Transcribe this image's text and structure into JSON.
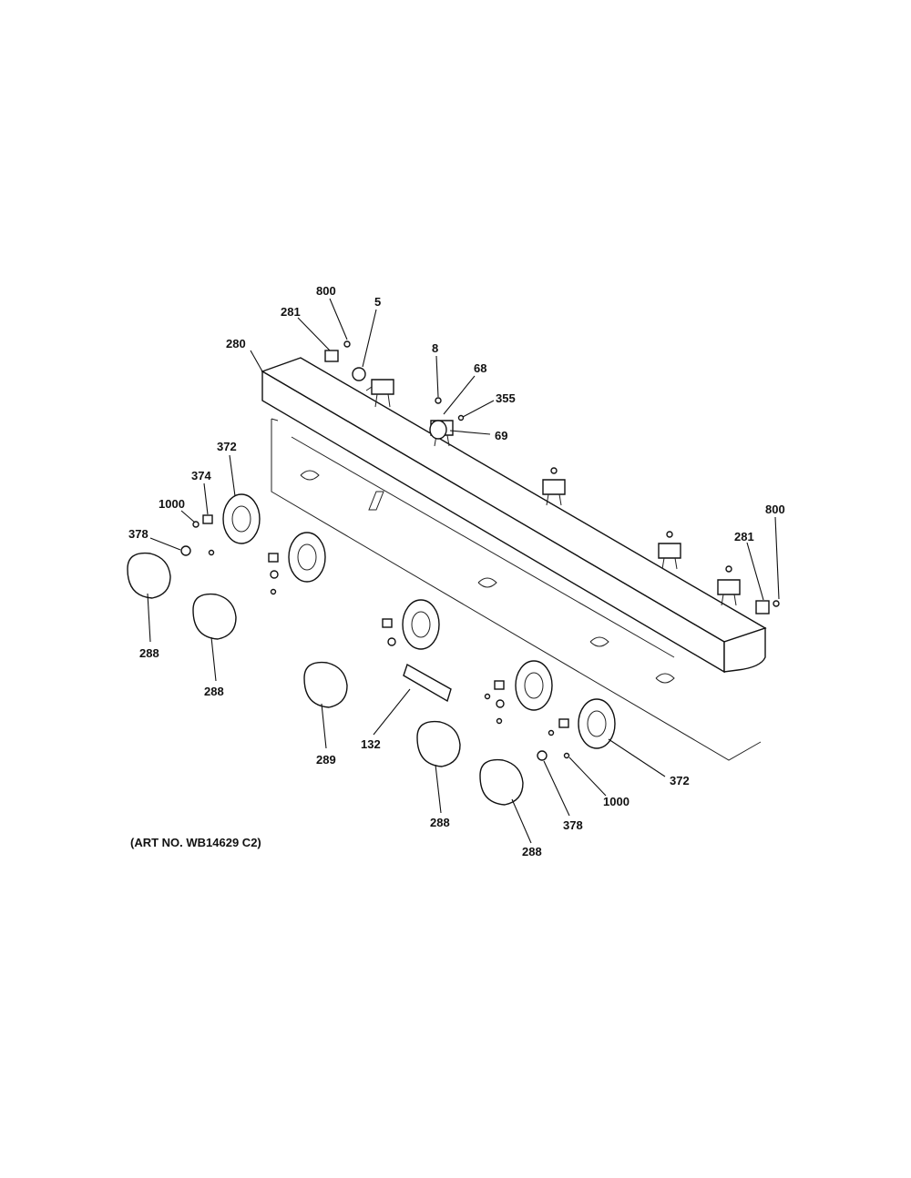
{
  "labels": {
    "l800a": "800",
    "l281a": "281",
    "l5": "5",
    "l280": "280",
    "l8": "8",
    "l68": "68",
    "l355": "355",
    "l69": "69",
    "l372a": "372",
    "l374": "374",
    "l1000a": "1000",
    "l378a": "378",
    "l288a": "288",
    "l288b": "288",
    "l800b": "800",
    "l281b": "281",
    "l289": "289",
    "l132": "132",
    "l288c": "288",
    "l372b": "372",
    "l1000b": "1000",
    "l378b": "378",
    "l288d": "288"
  },
  "caption": "(ART NO. WB14629 C2)"
}
